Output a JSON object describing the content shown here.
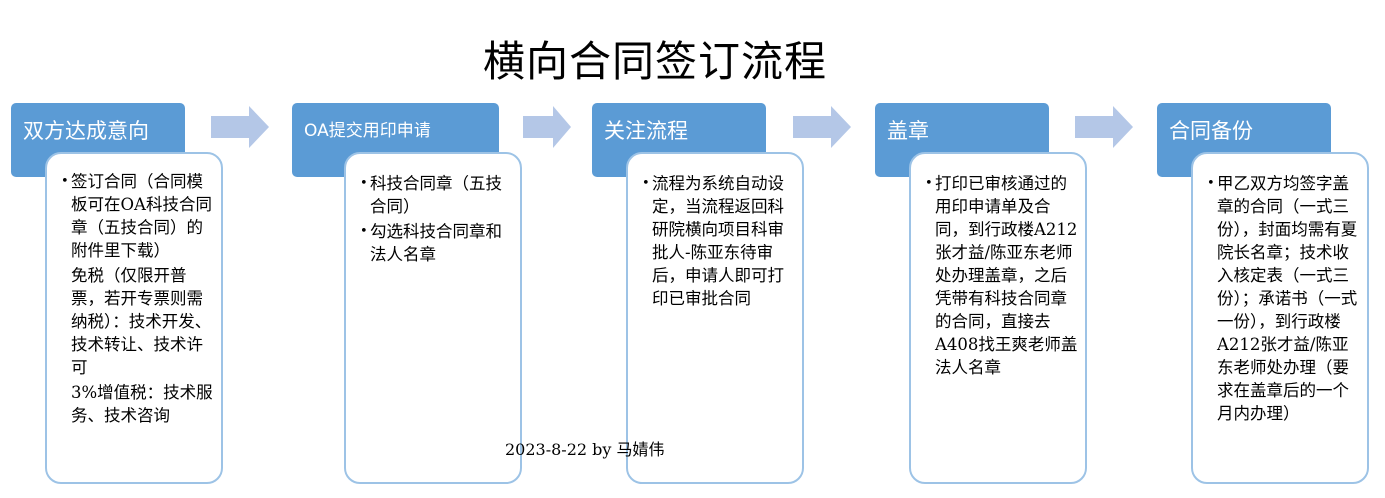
{
  "title": "横向合同签订流程",
  "steps": [
    {
      "header": "双方达成意向",
      "bullets": [
        "签订合同（合同模板可在OA科技合同章（五技合同）的附件里下载）"
      ],
      "paragraphs": [
        "免税（仅限开普票，若开专票则需纳税）：技术开发、技术转让、技术许可",
        "3%增值税：技术服务、技术咨询"
      ]
    },
    {
      "header": "OA提交用印申请",
      "bullets": [
        "科技合同章（五技合同）",
        "勾选科技合同章和法人名章"
      ],
      "paragraphs": []
    },
    {
      "header": "关注流程",
      "bullets": [
        "流程为系统自动设定，当流程返回科研院横向项目科审批人-陈亚东待审后，申请人即可打印已审批合同"
      ],
      "paragraphs": []
    },
    {
      "header": "盖章",
      "bullets": [
        "打印已审核通过的用印申请单及合同，到行政楼A212张才益/陈亚东老师处办理盖章，之后凭带有科技合同章的合同，直接去A408找王爽老师盖法人名章"
      ],
      "paragraphs": []
    },
    {
      "header": "合同备份",
      "bullets": [
        "甲乙双方均签字盖章的合同（一式三份），封面均需有夏院长名章；技术收入核定表（一式三份）；承诺书（一式一份），到行政楼A212张才益/陈亚东老师处办理（要求在盖章后的一个月内办理）"
      ],
      "paragraphs": []
    }
  ],
  "footer": "2023-8-22  by 马婧伟",
  "colors": {
    "header_fill": "#5b9bd5",
    "card_border": "#9dc3e6",
    "arrow_fill": "#b4c7e7"
  }
}
